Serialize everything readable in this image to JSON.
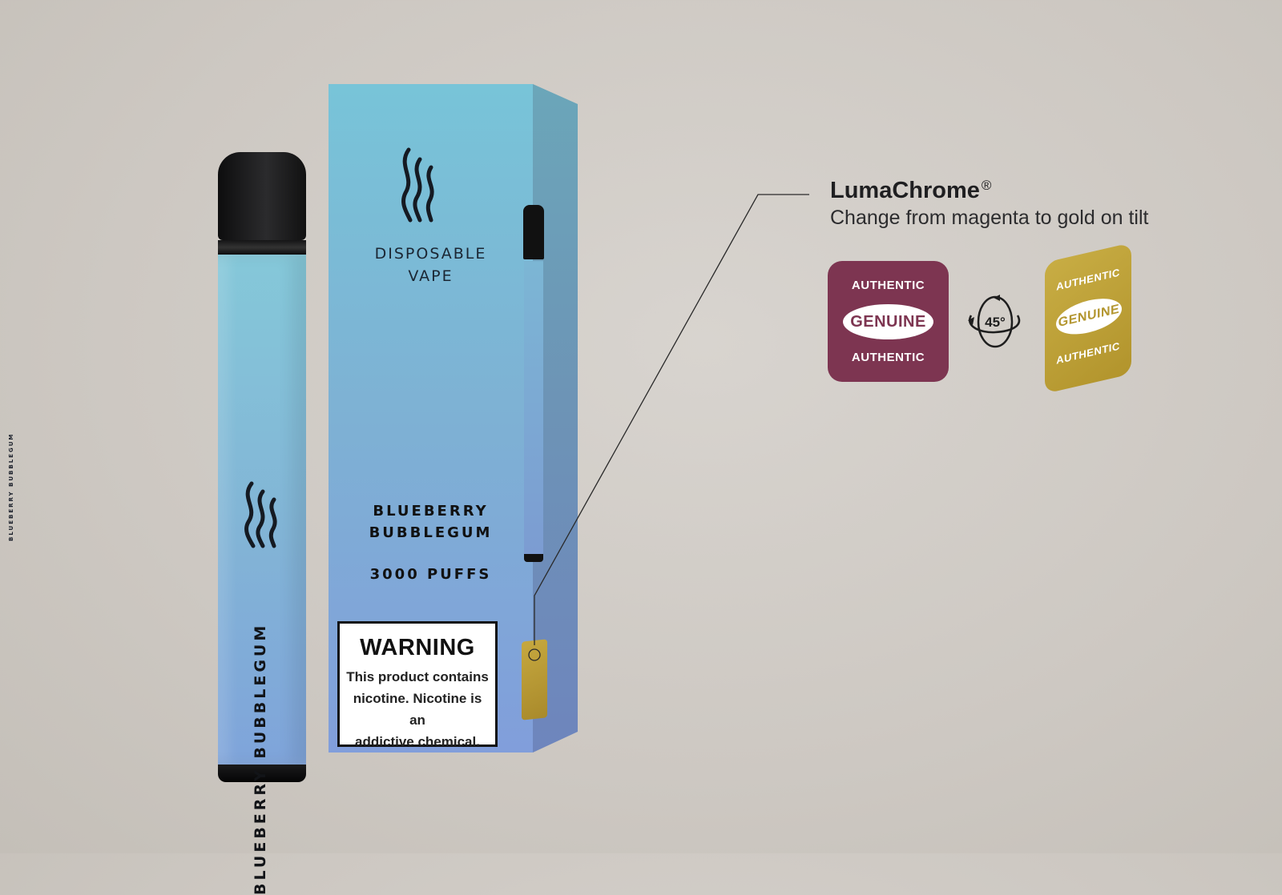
{
  "pen": {
    "flavor_vertical": "BLUEBERRY BUBBLEGUM"
  },
  "box": {
    "title_line1": "DISPOSABLE",
    "title_line2": "VAPE",
    "flavor_line1": "BLUEBERRY",
    "flavor_line2": "BUBBLEGUM",
    "puffs": "3000 PUFFS",
    "warning_title": "WARNING",
    "warning_line1": "This product contains",
    "warning_line2": "nicotine. Nicotine is an",
    "warning_line3": "addictive chemical.",
    "side_pen_text": "BLUEBERRY BUBBLEGUM"
  },
  "callout": {
    "brand": "LumaChrome",
    "registered": "®",
    "tagline": "Change from magenta to gold on tilt",
    "tilt_angle": "45°",
    "magenta_label": {
      "top": "AUTHENTIC",
      "center": "GENUINE",
      "bottom": "AUTHENTIC",
      "color": "#7d3551"
    },
    "gold_label": {
      "top": "AUTHENTIC",
      "center": "GENUINE",
      "bottom": "AUTHENTIC",
      "color": "#bb9e36"
    }
  },
  "colors": {
    "background": "#cdc8c2",
    "packaging_top": "#78c4d8",
    "packaging_bottom": "#819edb"
  }
}
